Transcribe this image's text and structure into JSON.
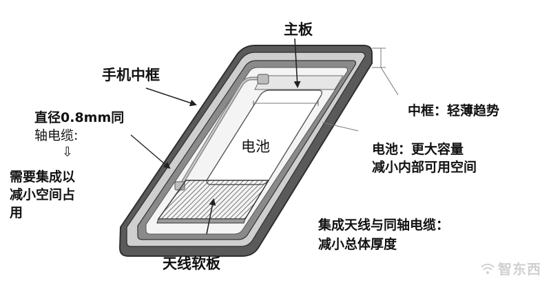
{
  "labels": {
    "main_board": "主板",
    "phone_frame": "手机中框",
    "coax_line1": "直径0.8mm同",
    "coax_line2": "轴电缆:",
    "coax_arrow": "⇩",
    "need_line1": "需要集成以",
    "need_line2": "减小空间占",
    "need_line3": "用",
    "frame_trend": "中框：轻薄趋势",
    "battery": "电池",
    "battery_note1": "电池：更大容量",
    "battery_note2": "减小内部可用空间",
    "integrate_line1": "集成天线与同轴电缆：",
    "integrate_line2": "减小总体厚度",
    "antenna_flex": "天线软板"
  },
  "watermark": {
    "text": "智东西",
    "icon": "wifi-signal-icon"
  },
  "colors": {
    "frame_dark": "#5a5a5a",
    "frame_light": "#d9d9d9",
    "text": "#111111",
    "leader": "#333333"
  }
}
